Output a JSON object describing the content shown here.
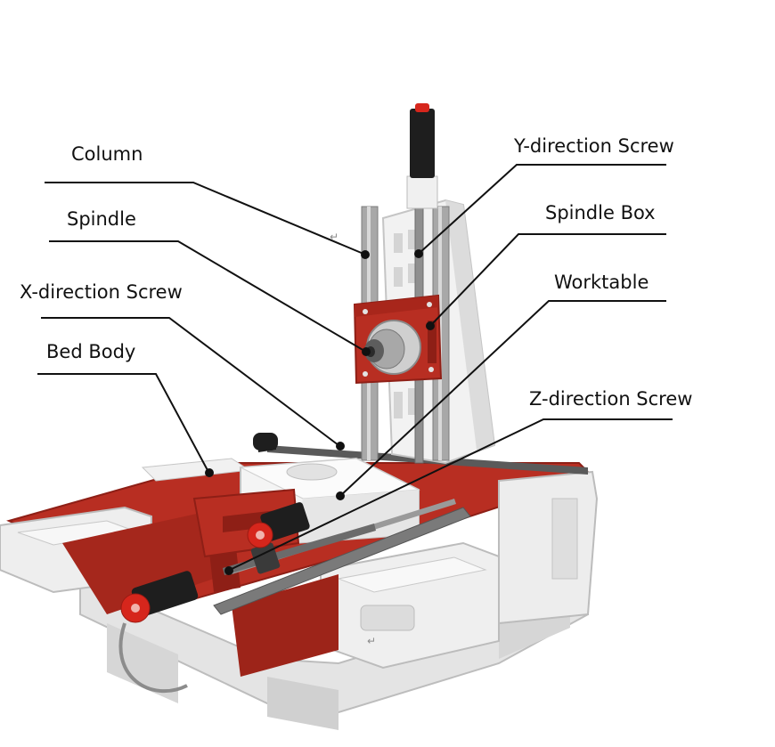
{
  "labels": {
    "column": "Column",
    "spindle": "Spindle",
    "x_screw": "X-direction Screw",
    "bed_body": "Bed Body",
    "y_screw": "Y-direction Screw",
    "spindle_box": "Spindle Box",
    "worktable": "Worktable",
    "z_screw": "Z-direction Screw"
  },
  "colors": {
    "casting_red": "#b82e22",
    "casting_dark_red": "#8e1f16",
    "machine_white": "#eeeeee",
    "machine_shadow": "#cfcfcf",
    "steel": "#9a9a9a",
    "motor_black": "#1e1e1e",
    "knob_red": "#d6261c",
    "leader_line": "#111111"
  }
}
